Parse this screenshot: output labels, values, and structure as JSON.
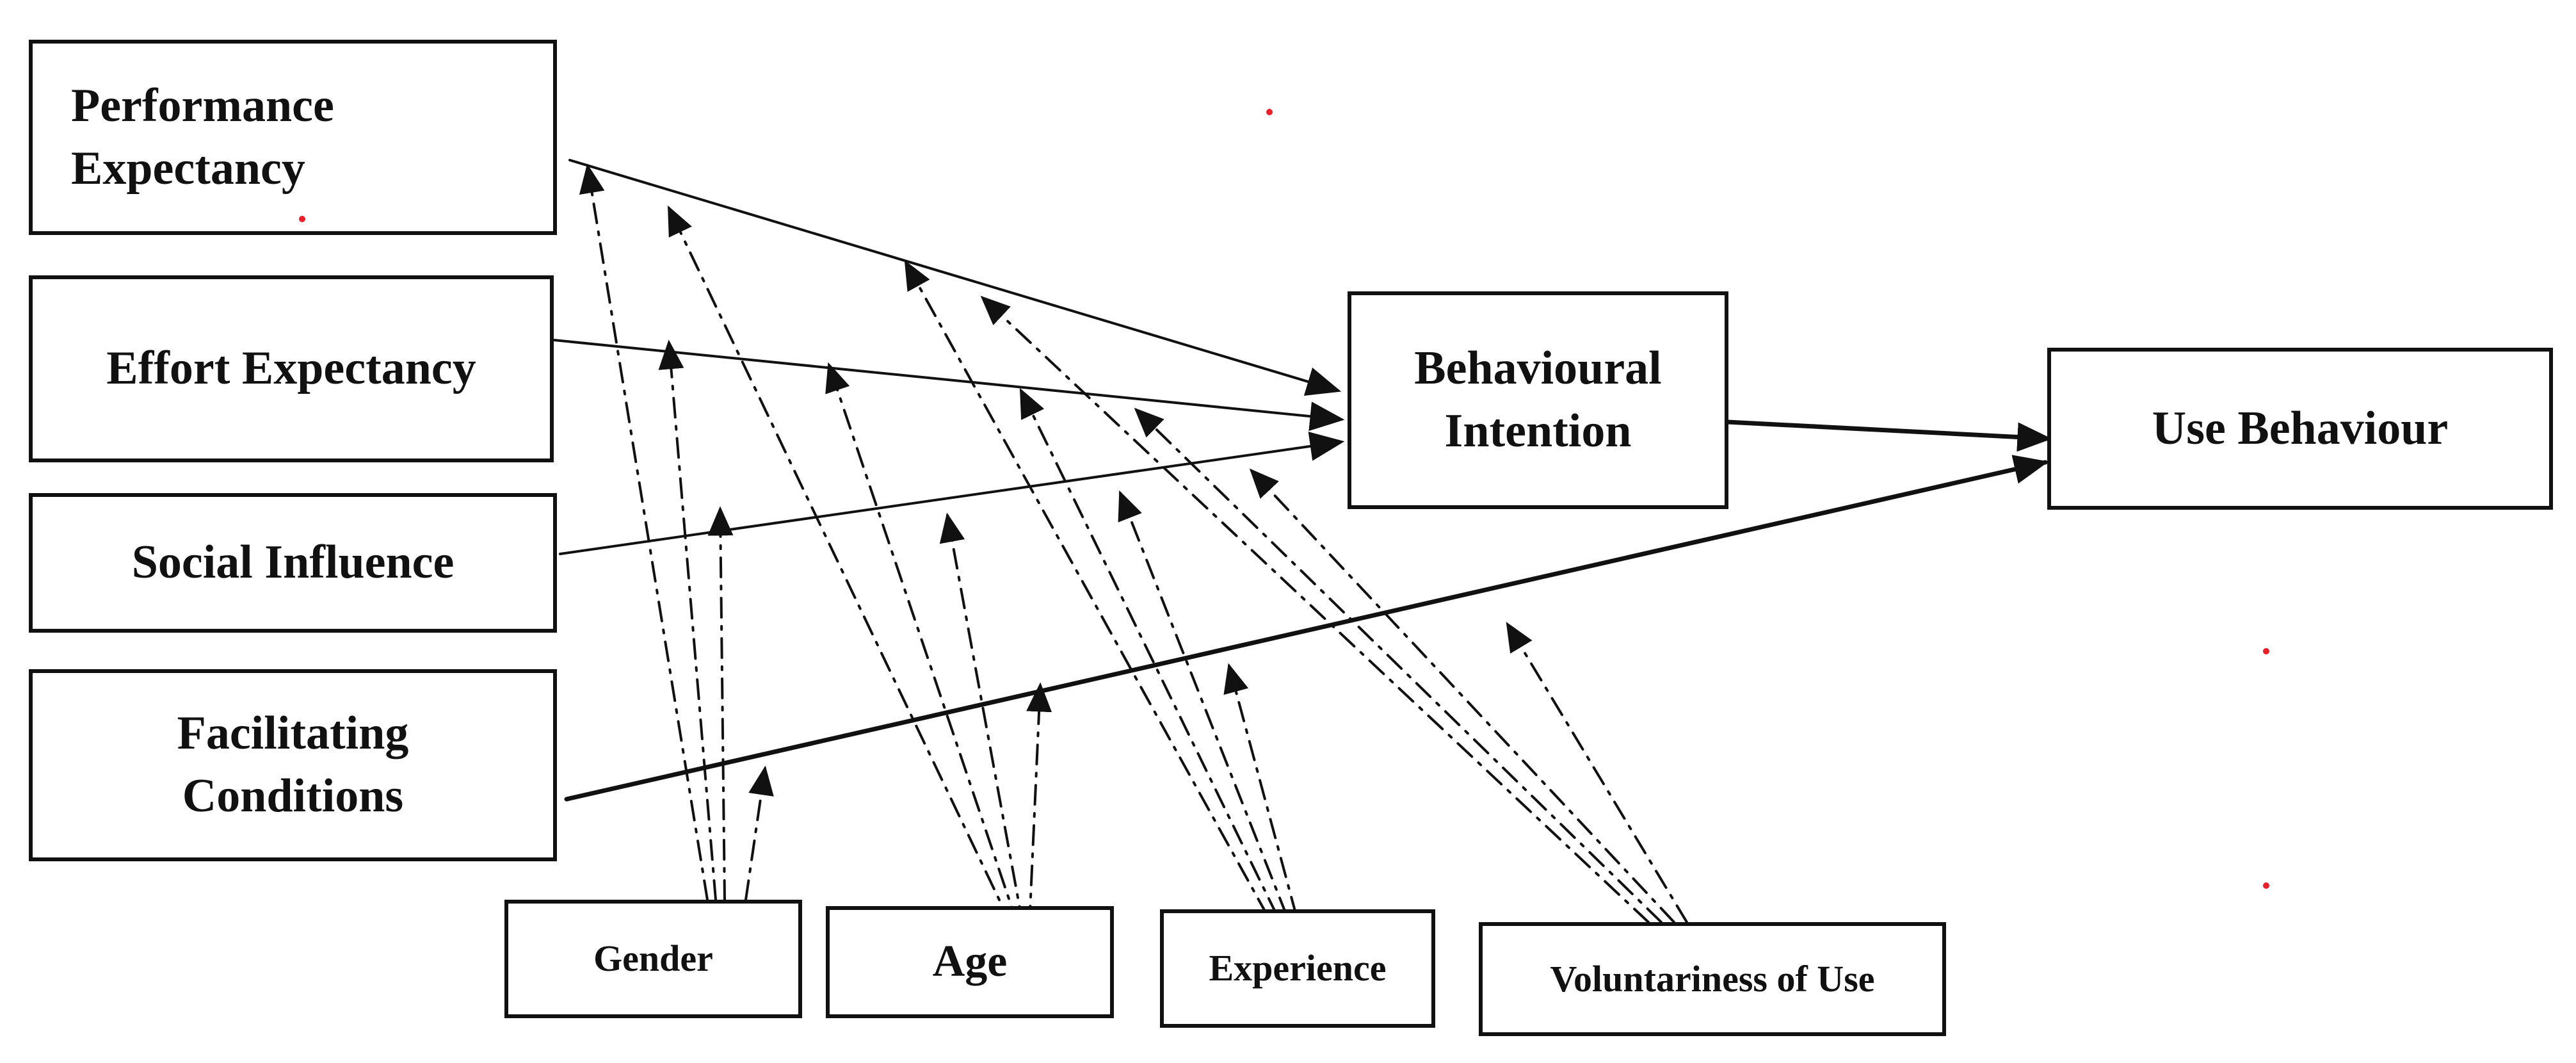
{
  "nodes": {
    "performance_expectancy": {
      "line1": "Performance",
      "line2": "Expectancy"
    },
    "effort_expectancy": {
      "label": "Effort Expectancy"
    },
    "social_influence": {
      "label": "Social Influence"
    },
    "facilitating_conditions": {
      "line1": "Facilitating",
      "line2": "Conditions"
    },
    "behavioural_intention": {
      "line1": "Behavioural",
      "line2": "Intention"
    },
    "use_behaviour": {
      "label": "Use Behaviour"
    },
    "gender": {
      "label": "Gender"
    },
    "age": {
      "label": "Age"
    },
    "experience": {
      "label": "Experience"
    },
    "voluntariness_of_use": {
      "label": "Voluntariness of Use"
    }
  },
  "edges": {
    "main": [
      {
        "from": "performance_expectancy",
        "to": "behavioural_intention"
      },
      {
        "from": "effort_expectancy",
        "to": "behavioural_intention"
      },
      {
        "from": "social_influence",
        "to": "behavioural_intention"
      },
      {
        "from": "behavioural_intention",
        "to": "use_behaviour"
      },
      {
        "from": "facilitating_conditions",
        "to": "use_behaviour"
      }
    ],
    "moderators": [
      {
        "from": "gender",
        "to": "performance_expectancy -> behavioural_intention"
      },
      {
        "from": "gender",
        "to": "effort_expectancy -> behavioural_intention"
      },
      {
        "from": "gender",
        "to": "social_influence -> behavioural_intention"
      },
      {
        "from": "gender",
        "to": "facilitating_conditions -> use_behaviour"
      },
      {
        "from": "age",
        "to": "performance_expectancy -> behavioural_intention"
      },
      {
        "from": "age",
        "to": "effort_expectancy -> behavioural_intention"
      },
      {
        "from": "age",
        "to": "social_influence -> behavioural_intention"
      },
      {
        "from": "age",
        "to": "facilitating_conditions -> use_behaviour"
      },
      {
        "from": "experience",
        "to": "performance_expectancy -> behavioural_intention"
      },
      {
        "from": "experience",
        "to": "effort_expectancy -> behavioural_intention"
      },
      {
        "from": "experience",
        "to": "social_influence -> behavioural_intention"
      },
      {
        "from": "experience",
        "to": "facilitating_conditions -> use_behaviour"
      },
      {
        "from": "voluntariness_of_use",
        "to": "performance_expectancy -> behavioural_intention"
      },
      {
        "from": "voluntariness_of_use",
        "to": "effort_expectancy -> behavioural_intention"
      },
      {
        "from": "voluntariness_of_use",
        "to": "social_influence -> behavioural_intention"
      },
      {
        "from": "voluntariness_of_use",
        "to": "facilitating_conditions -> use_behaviour"
      }
    ]
  },
  "colors": {
    "stroke": "#111111",
    "text": "#111111",
    "stray_dot": "#e8202a"
  }
}
